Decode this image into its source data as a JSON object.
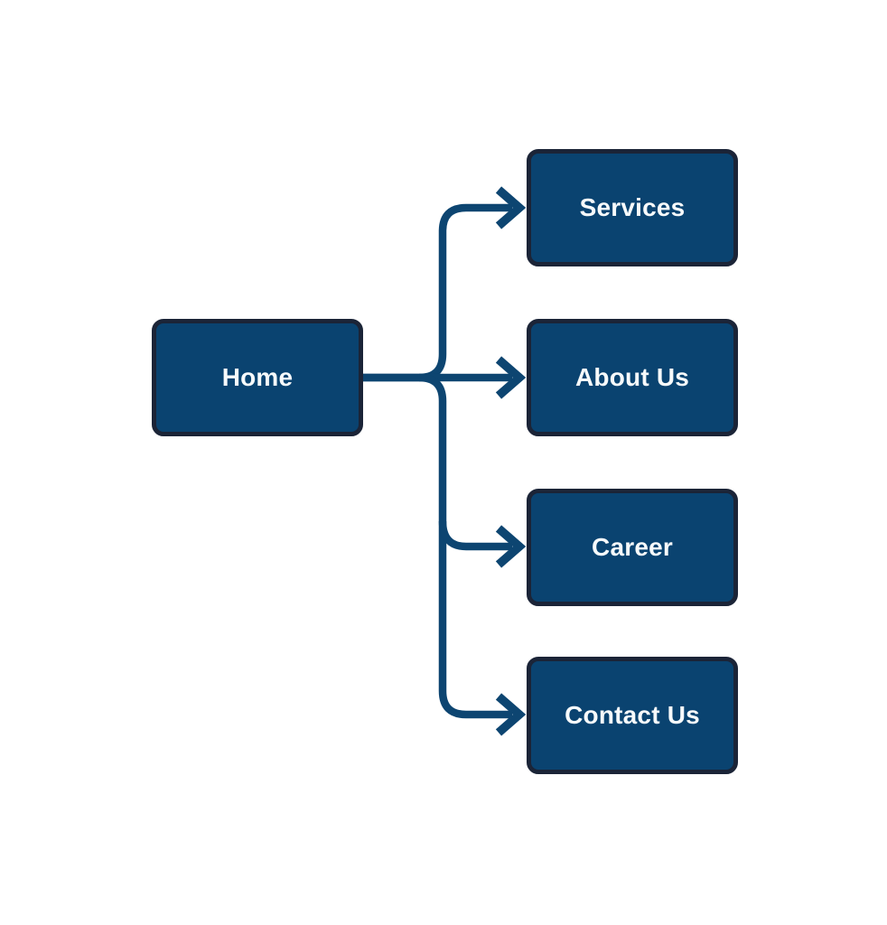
{
  "diagram": {
    "type": "sitemap-flowchart",
    "nodes": [
      {
        "id": "home",
        "label": "Home",
        "role": "root"
      },
      {
        "id": "services",
        "label": "Services",
        "role": "child"
      },
      {
        "id": "about-us",
        "label": "About Us",
        "role": "child"
      },
      {
        "id": "career",
        "label": "Career",
        "role": "child"
      },
      {
        "id": "contact-us",
        "label": "Contact Us",
        "role": "child"
      }
    ],
    "edges": [
      {
        "from": "Home",
        "to": "Services"
      },
      {
        "from": "Home",
        "to": "About Us"
      },
      {
        "from": "Home",
        "to": "Career"
      },
      {
        "from": "Home",
        "to": "Contact Us"
      }
    ],
    "colors": {
      "node_fill": "#0A4370",
      "node_border": "#1B2437",
      "connector": "#0D4571",
      "node_text": "#F7FAFB",
      "background": "#FFFFFF"
    }
  }
}
